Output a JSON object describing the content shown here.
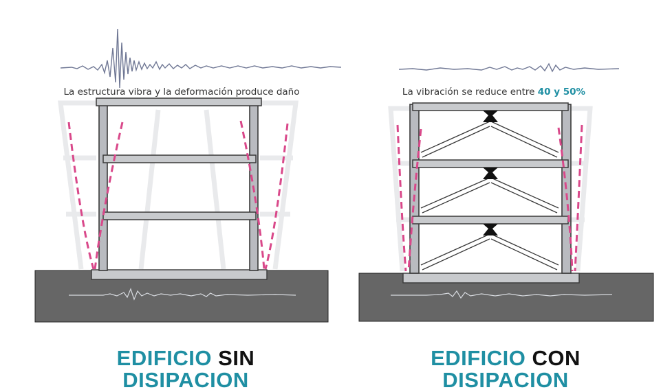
{
  "left_panel": {
    "caption": "La estructura vibra y la deformación produce daño",
    "title_highlight": "EDIFICIO",
    "title_rest": "SIN",
    "title_line2": "DISIPACION"
  },
  "right_panel": {
    "caption_prefix": "La vibración se reduce entre",
    "caption_highlight": "40 y 50%",
    "title_highlight": "EDIFICIO",
    "title_rest": "CON",
    "title_line2": "DISIPACION"
  },
  "colors": {
    "accent": "#1f8fa3",
    "ground": "#666666",
    "frame": "#b9bbc0",
    "frame_edge": "#3a3a3a",
    "deformation": "#d9488a",
    "seismogram": "#6f7794",
    "damper": "#111111"
  }
}
